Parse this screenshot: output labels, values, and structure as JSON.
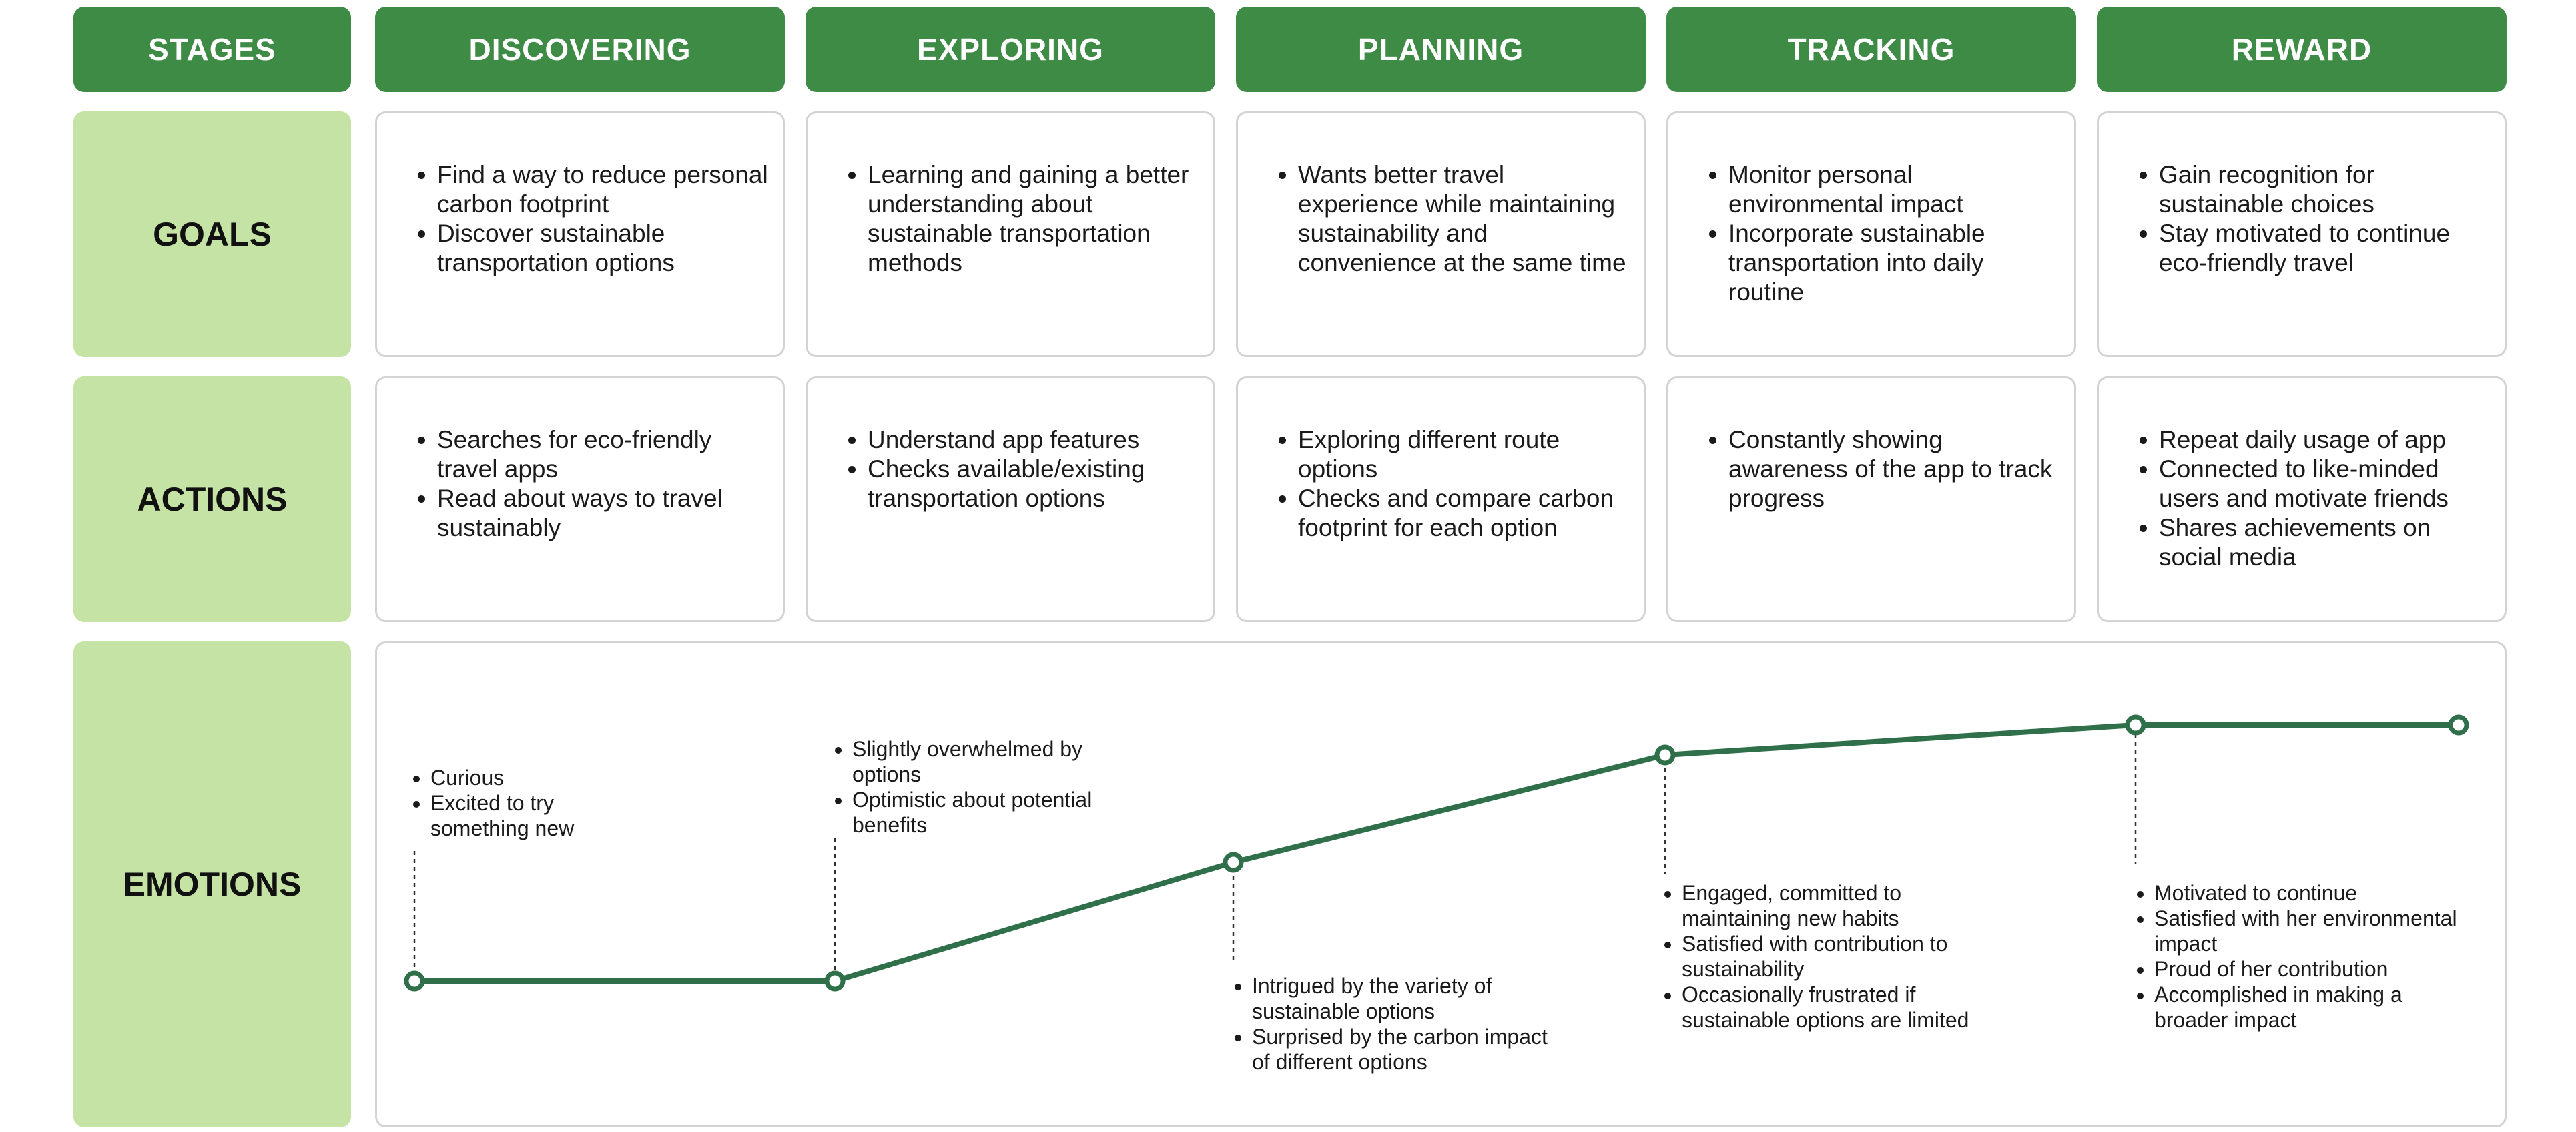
{
  "columns": {
    "stages": "STAGES",
    "discovering": "DISCOVERING",
    "exploring": "EXPLORING",
    "planning": "PLANNING",
    "tracking": "TRACKING",
    "reward": "REWARD"
  },
  "rows": {
    "goals": "GOALS",
    "actions": "ACTIONS",
    "emotions": "EMOTIONS"
  },
  "goals": {
    "discovering": [
      "Find a way to reduce personal carbon footprint",
      "Discover sustainable transportation options"
    ],
    "exploring": [
      "Learning and gaining a better understanding about sustainable transportation methods"
    ],
    "planning": [
      "Wants better travel experience while maintaining sustainability and convenience at the same time"
    ],
    "tracking": [
      "Monitor personal environmental impact",
      "Incorporate sustainable transportation into daily routine"
    ],
    "reward": [
      "Gain recognition for sustainable choices",
      "Stay motivated to continue eco-friendly travel"
    ]
  },
  "actions": {
    "discovering": [
      "Searches for eco-friendly travel apps",
      "Read about ways to travel sustainably"
    ],
    "exploring": [
      "Understand app features",
      "Checks available/existing transportation options"
    ],
    "planning": [
      "Exploring different route options",
      "Checks and compare carbon footprint for each option"
    ],
    "tracking": [
      "Constantly showing awareness of the app to track progress"
    ],
    "reward": [
      "Repeat daily usage of app",
      "Connected to like-minded users and motivate friends",
      "Shares achievements on social media"
    ]
  },
  "emotions": {
    "discovering": [
      "Curious",
      "Excited to try something new"
    ],
    "exploring": [
      "Slightly overwhelmed by options",
      "Optimistic about potential benefits"
    ],
    "planning": [
      "Intrigued by the variety of sustainable options",
      "Surprised by the carbon impact of different options"
    ],
    "tracking": [
      "Engaged, committed to maintaining new habits",
      "Satisfied with contribution to sustainability",
      "Occasionally frustrated if sustainable options are limited"
    ],
    "reward": [
      "Motivated to continue",
      "Satisfied with her environmental impact",
      "Proud of her contribution",
      "Accomplished in making a broader impact"
    ]
  },
  "colors": {
    "header_green": "#3d8b45",
    "label_green": "#c6e3a6",
    "line_green": "#2f6f4a"
  }
}
